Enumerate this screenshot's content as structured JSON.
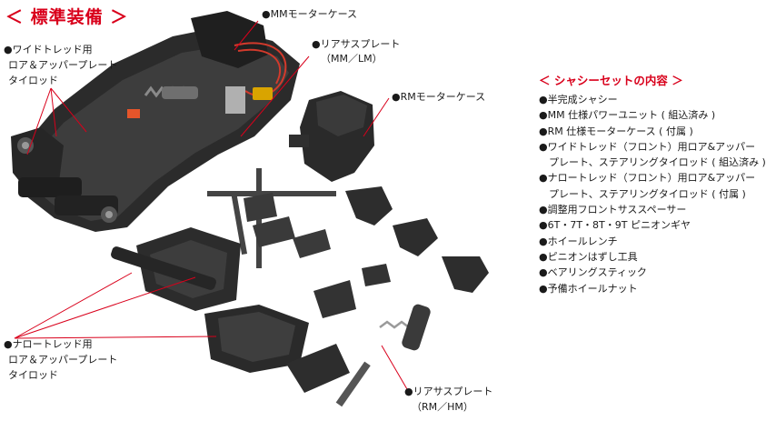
{
  "title": "＜ 標準装備 ＞",
  "labels": {
    "mm_motor_case": "●MMモーターケース",
    "rear_plate_mm_lm_1": "●リアサスプレート",
    "rear_plate_mm_lm_2": "（MM／LM）",
    "rm_motor_case": "●RMモーターケース",
    "wide_tread_1": "●ワイドトレッド用",
    "wide_tread_2": "ロア＆アッパープレート",
    "wide_tread_3": "タイロッド",
    "narrow_tread_1": "●ナロートレッド用",
    "narrow_tread_2": "ロア＆アッパープレート",
    "narrow_tread_3": "タイロッド",
    "rear_plate_rm_hm_1": "●リアサスプレート",
    "rear_plate_rm_hm_2": "（RM／HM）"
  },
  "contents": {
    "title": "＜ シャシーセットの内容 ＞",
    "items": [
      "●半完成シャシー",
      "●MM 仕様パワーユニット ( 組込済み )",
      "●RM 仕様モーターケース ( 付属 )",
      "●ワイドトレッド（フロント）用ロア&アッパー",
      "プレート、ステアリングタイロッド ( 組込済み )",
      "●ナロートレッド（フロント）用ロア&アッパー",
      "プレート、ステアリングタイロッド ( 付属 )",
      "●調整用フロントサススペーサー",
      "●6T・7T・8T・9T ピニオンギヤ",
      "●ホイールレンチ",
      "●ピニオンはずし工具",
      "●ベアリングスティック",
      "●予備ホイールナット"
    ]
  },
  "colors": {
    "accent": "#d9001b",
    "callout_line": "#d9001b"
  }
}
